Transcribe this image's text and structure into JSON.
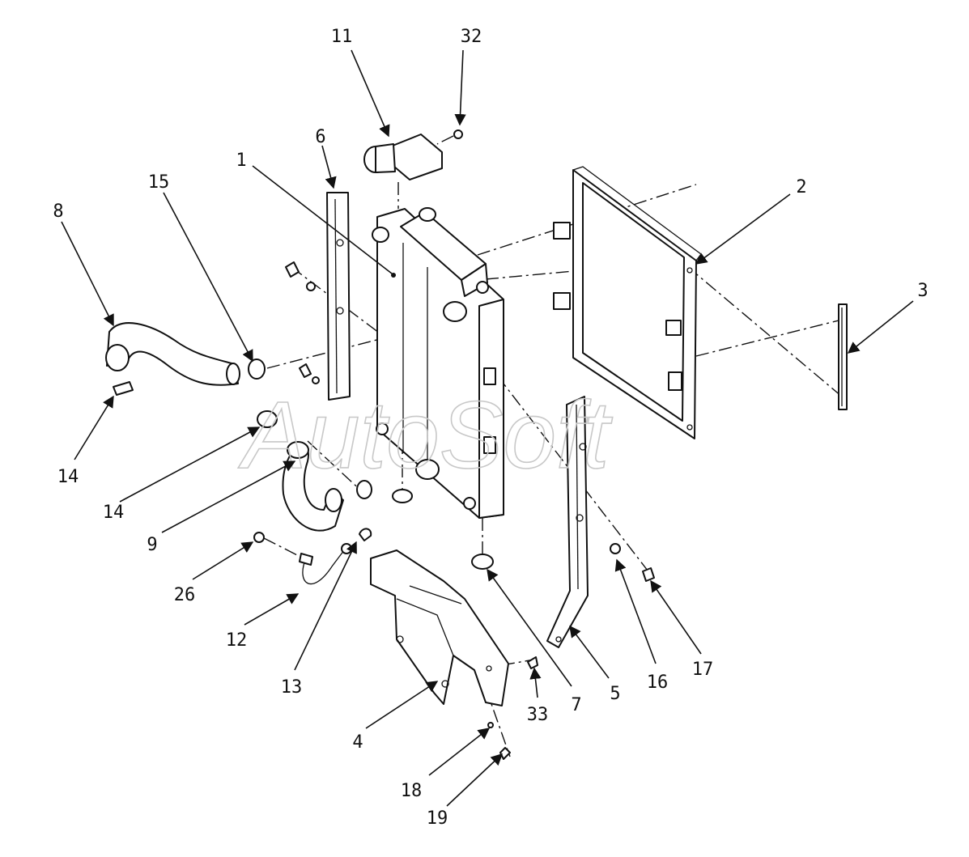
{
  "watermark": "AutoSoft",
  "callouts": {
    "c1": "1",
    "c2": "2",
    "c3": "3",
    "c4": "4",
    "c5": "5",
    "c6": "6",
    "c7": "7",
    "c8": "8",
    "c9": "9",
    "c11": "11",
    "c12": "12",
    "c13": "13",
    "c14a": "14",
    "c14b": "14",
    "c15": "15",
    "c16": "16",
    "c17": "17",
    "c18": "18",
    "c19": "19",
    "c26": "26",
    "c32": "32",
    "c33": "33"
  }
}
